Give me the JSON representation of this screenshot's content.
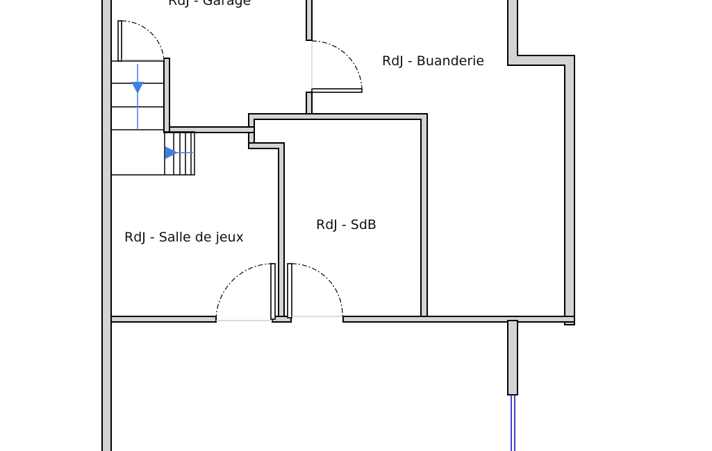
{
  "plan": {
    "colors": {
      "wall_fill": "#d4d4d4",
      "wall_outline": "#000000",
      "stair_arrow": "#3f7fe0",
      "window": "#2a2ad0"
    },
    "rooms": {
      "garage": "RdJ - Garage",
      "buanderie": "RdJ - Buanderie",
      "sdb": "RdJ - SdB",
      "salle_de_jeux": "RdJ - Salle de jeux"
    },
    "icons": [
      "door-swing-icon",
      "stair-direction-arrow-icon",
      "window-icon"
    ]
  }
}
